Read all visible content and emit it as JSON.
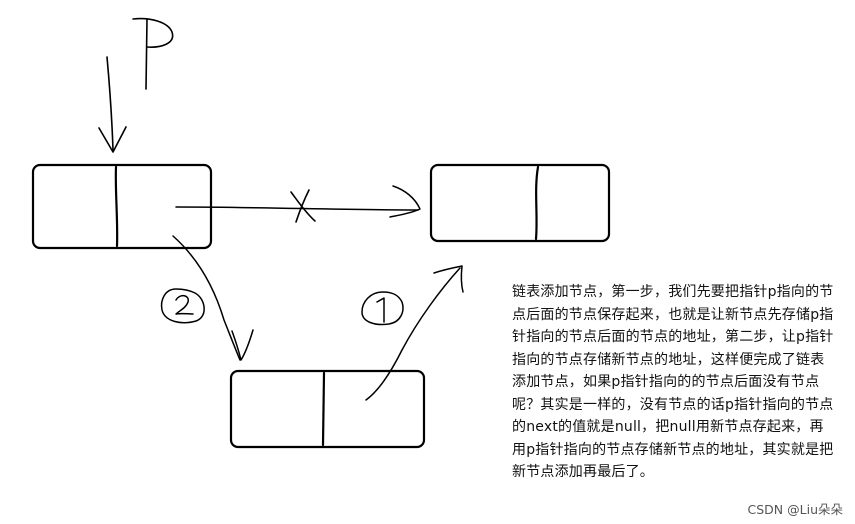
{
  "diagram": {
    "pointer_label": "P",
    "cross_mark": "X",
    "step1_label": "1",
    "step2_label": "2",
    "ink_color": "#000000"
  },
  "explanation": {
    "text": "链表添加节点，第一步，我们先要把指针p指向的节点后面的节点保存起来，也就是让新节点先存储p指针指向的节点后面的节点的地址，第二步，让p指针指向的节点存储新节点的地址，这样便完成了链表添加节点，如果p指针指向的的节点后面没有节点呢？其实是一样的，没有节点的话p指针指向的节点的next的值就是null，把null用新节点存起来，再用p指针指向的节点存储新节点的地址，其实就是把新节点添加再最后了。"
  },
  "watermark": "CSDN @Liu朵朵"
}
